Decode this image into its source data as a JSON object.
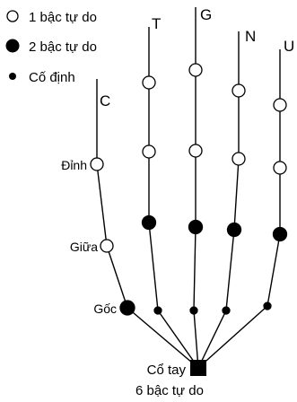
{
  "legend": {
    "items": [
      {
        "symbol": "open-circle",
        "label": "1 bậc tự do"
      },
      {
        "symbol": "filled-circle-large",
        "label": "2 bậc tự do"
      },
      {
        "symbol": "filled-circle-small",
        "label": "Cố định"
      }
    ]
  },
  "fingers": {
    "thumb": "C",
    "index": "T",
    "middle": "G",
    "ring": "N",
    "little": "U"
  },
  "joints": {
    "distal": "Đỉnh",
    "middle": "Giữa",
    "base": "Gốc"
  },
  "wrist": {
    "label": "Cổ tay",
    "dof": "6 bậc tự do"
  }
}
